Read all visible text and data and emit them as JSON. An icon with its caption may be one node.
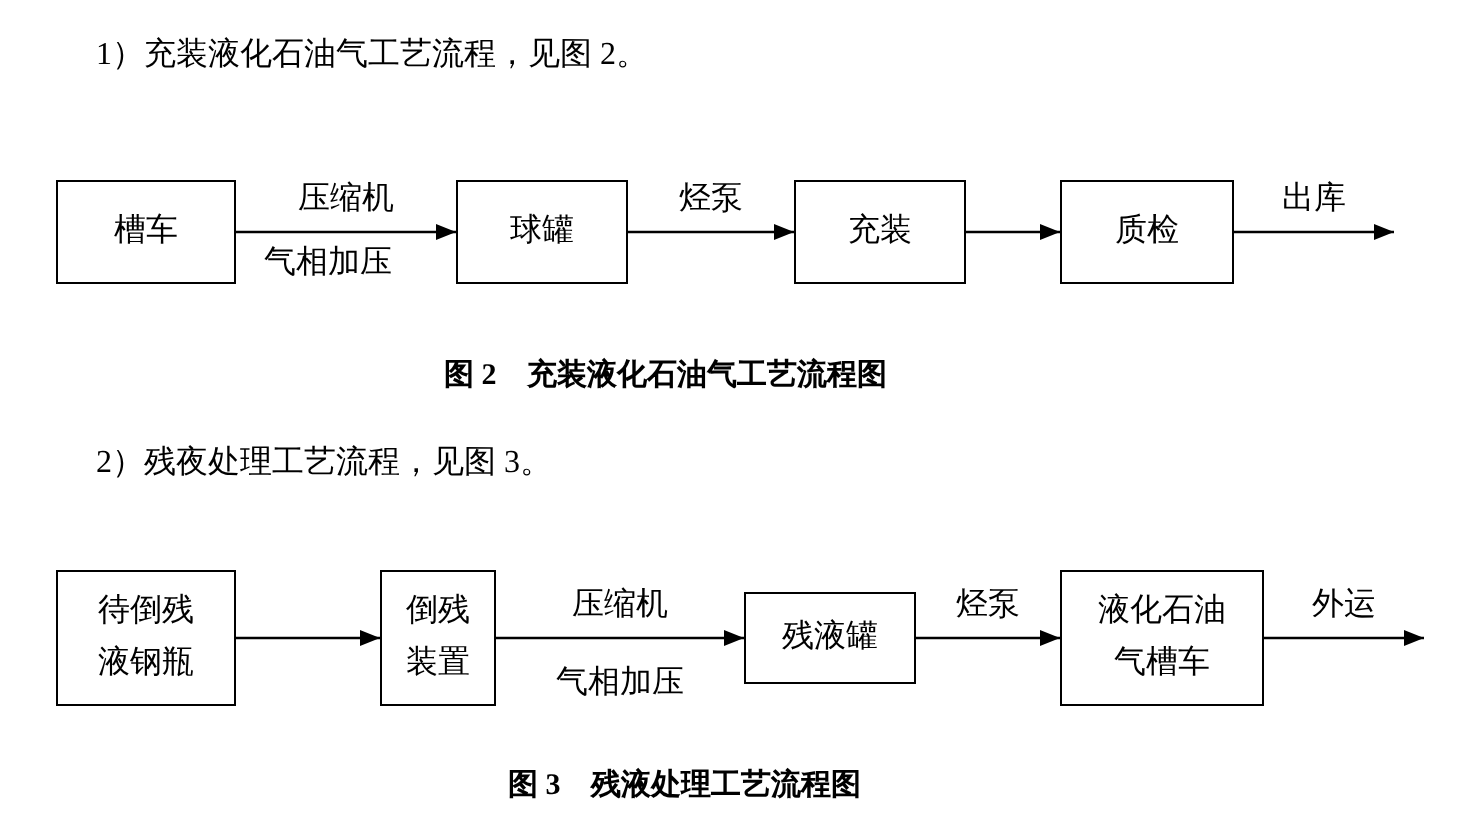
{
  "diagram": {
    "nodes": [
      {
        "text": [
          "槽车"
        ]
      },
      {
        "text": [
          "球罐"
        ]
      },
      {
        "text": [
          "充装"
        ]
      },
      {
        "text": [
          "质检"
        ]
      },
      {
        "text": [
          "待倒残液钢瓶"
        ]
      },
      {
        "text": [
          "倒残装置"
        ]
      },
      {
        "text": [
          "残液罐"
        ]
      },
      {
        "text": [
          "液化石油气槽车"
        ]
      }
    ],
    "edges": [
      {
        "from": 0,
        "to": 1,
        "arrow": "to",
        "label": "压缩机"
      },
      {
        "from": 1,
        "to": 2,
        "arrow": "to",
        "label": "烃泵"
      },
      {
        "from": 2,
        "to": 3,
        "arrow": "to"
      },
      {
        "from": 3,
        "to": null,
        "arrow": "to",
        "label": "出库"
      },
      {
        "from": 4,
        "to": 5,
        "arrow": "to"
      },
      {
        "from": 5,
        "to": 6,
        "arrow": "to",
        "label": "压缩机"
      },
      {
        "from": 6,
        "to": 7,
        "arrow": "to",
        "label": "烃泵"
      },
      {
        "from": 7,
        "to": null,
        "arrow": "to",
        "label": "外运"
      }
    ],
    "labels": [
      "1）充装液化石油气工艺流程，见图 2。",
      "气相加压",
      "图 2　充装液化石油气工艺流程图",
      "2）残夜处理工艺流程，见图 3。",
      "气相加压",
      "图 3　残液处理工艺流程图"
    ]
  }
}
